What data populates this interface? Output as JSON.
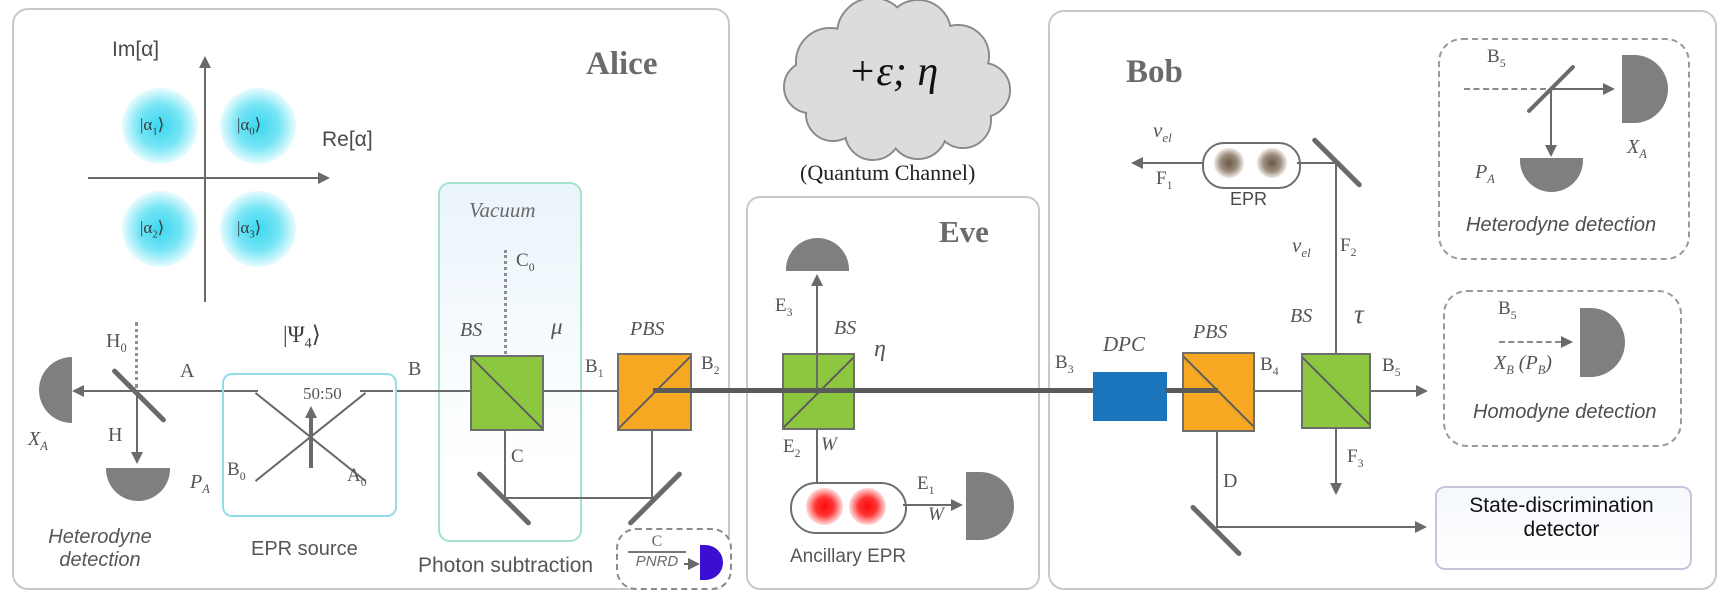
{
  "colors": {
    "beamsplitter_green": "#8dc63f",
    "pbs_orange": "#f7a823",
    "dpc_blue": "#1b75bc",
    "pnrd_detector_purple": "#3b0fd2",
    "state_blob_cyan": "#35d6ee",
    "epr_blob_red": "#ff1a1a",
    "epr_blob_brown": "#6f5b49",
    "cloud_gray": "#dcdcdc"
  },
  "labels": {
    "alice_title": "Alice",
    "eve_title": "Eve",
    "bob_title": "Bob",
    "im_axis": "Im[α]",
    "re_axis": "Re[α]",
    "state_a1": {
      "p": [
        {
          "t": "|α"
        },
        {
          "s": "1"
        },
        {
          "t": "⟩"
        }
      ]
    },
    "state_a0": {
      "p": [
        {
          "t": "|α"
        },
        {
          "s": "0"
        },
        {
          "t": "⟩"
        }
      ]
    },
    "state_a2": {
      "p": [
        {
          "t": "|α"
        },
        {
          "s": "2"
        },
        {
          "t": "⟩"
        }
      ]
    },
    "state_a3": {
      "p": [
        {
          "t": "|α"
        },
        {
          "s": "3"
        },
        {
          "t": "⟩"
        }
      ]
    },
    "h0": {
      "p": [
        {
          "t": "H"
        },
        {
          "s": "0"
        }
      ]
    },
    "mode_a": "A",
    "mode_h": "H",
    "xa": {
      "p": [
        {
          "t": "X"
        },
        {
          "s": "A"
        }
      ]
    },
    "pa": {
      "p": [
        {
          "t": "P"
        },
        {
          "s": "A"
        }
      ]
    },
    "het1_line1": "Heterodyne",
    "het1_line2": "detection",
    "psi4": {
      "p": [
        {
          "t": "|Ψ"
        },
        {
          "s": "4"
        },
        {
          "t": "⟩"
        }
      ]
    },
    "ratio": "50:50",
    "b0_mode": {
      "p": [
        {
          "t": "B"
        },
        {
          "s": "0"
        }
      ]
    },
    "a0_mode": {
      "p": [
        {
          "t": "A"
        },
        {
          "s": "0"
        }
      ]
    },
    "epr_source": "EPR source",
    "mode_b": "B",
    "vacuum": "Vacuum",
    "c0": {
      "p": [
        {
          "t": "C"
        },
        {
          "s": "0"
        }
      ]
    },
    "bs_alice": "BS",
    "mu": "μ",
    "pbs_alice": "PBS",
    "b1": {
      "p": [
        {
          "t": "B"
        },
        {
          "s": "1"
        }
      ]
    },
    "b2": {
      "p": [
        {
          "t": "B"
        },
        {
          "s": "2"
        }
      ]
    },
    "mode_c": "C",
    "pnrd_num": "C",
    "pnrd_den": "PNRD",
    "photon_sub": "Photon subtraction",
    "cloud_formula": "+ε; η",
    "quantum_channel": "(Quantum Channel)",
    "e3": {
      "p": [
        {
          "t": "E"
        },
        {
          "s": "3"
        }
      ]
    },
    "bs_eve": "BS",
    "eta": "η",
    "e2": {
      "p": [
        {
          "t": "E"
        },
        {
          "s": "2"
        }
      ]
    },
    "w_bs": "W",
    "e1": {
      "p": [
        {
          "t": "E"
        },
        {
          "s": "1"
        }
      ]
    },
    "w_epr": "W",
    "ancillary": "Ancillary EPR",
    "vel_1": {
      "p": [
        {
          "t": "v"
        },
        {
          "s": "el"
        }
      ]
    },
    "f1": {
      "p": [
        {
          "t": "F"
        },
        {
          "s": "1"
        }
      ]
    },
    "epr_bob": "EPR",
    "vel_2": {
      "p": [
        {
          "t": "v"
        },
        {
          "s": "el"
        }
      ]
    },
    "f2": {
      "p": [
        {
          "t": "F"
        },
        {
          "s": "2"
        }
      ]
    },
    "bs_bob": "BS",
    "tau": "τ",
    "b3": {
      "p": [
        {
          "t": "B"
        },
        {
          "s": "3"
        }
      ]
    },
    "b4": {
      "p": [
        {
          "t": "B"
        },
        {
          "s": "4"
        }
      ]
    },
    "b5": {
      "p": [
        {
          "t": "B"
        },
        {
          "s": "5"
        }
      ]
    },
    "dpc": "DPC",
    "pbs_bob": "PBS",
    "f3": {
      "p": [
        {
          "t": "F"
        },
        {
          "s": "3"
        }
      ]
    },
    "mode_d": "D",
    "sdd_line1": "State-discrimination",
    "sdd_line2": "detector",
    "b5_het": {
      "p": [
        {
          "t": "B"
        },
        {
          "s": "5"
        }
      ]
    },
    "xa_het": {
      "p": [
        {
          "t": "X"
        },
        {
          "s": "A"
        }
      ]
    },
    "pa_het": {
      "p": [
        {
          "t": "P"
        },
        {
          "s": "A"
        }
      ]
    },
    "het2": "Heterodyne detection",
    "b5_hom": {
      "p": [
        {
          "t": "B"
        },
        {
          "s": "5"
        }
      ]
    },
    "xb_pb": {
      "p": [
        {
          "t": "X"
        },
        {
          "s": "B"
        },
        {
          "t": " (P"
        },
        {
          "s": "B"
        },
        {
          "t": ")"
        }
      ]
    },
    "hom": "Homodyne detection"
  }
}
